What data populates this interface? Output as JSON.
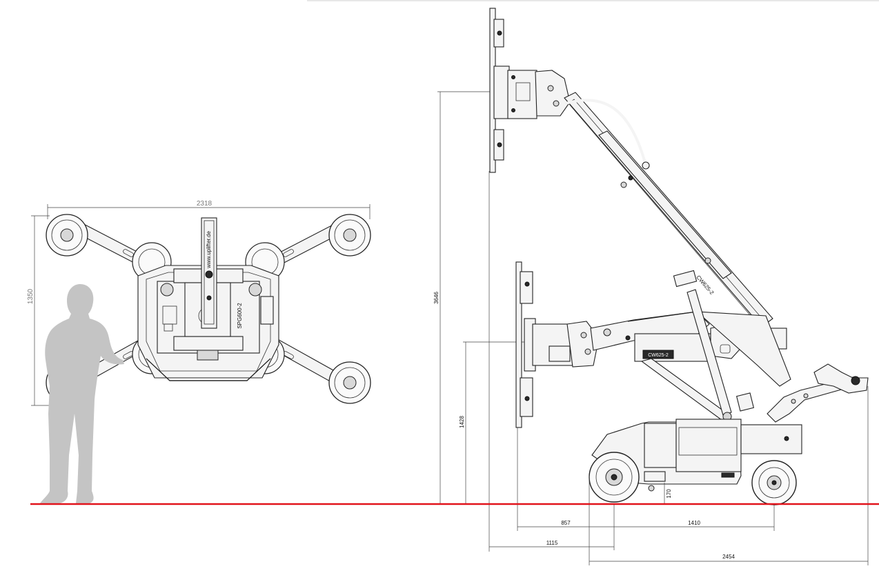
{
  "dimensions": {
    "top_view_width": "2318",
    "top_view_depth": "1350",
    "max_height": "3646",
    "pad_height": "1428",
    "ground_clearance": "170",
    "front_reach": "857",
    "wheelbase": "1410",
    "reach_to_axle": "1115",
    "overall_length": "2454"
  },
  "labels": {
    "top_view_model": "SPG600-2",
    "top_view_brand": "www.uplifter.de",
    "boom_marking": "CW625-2",
    "frame_marking": "CW625-2"
  },
  "colors": {
    "ground_line": "#e1131b",
    "human_silhouette": "#c4c4c4",
    "linework": "#222222"
  }
}
